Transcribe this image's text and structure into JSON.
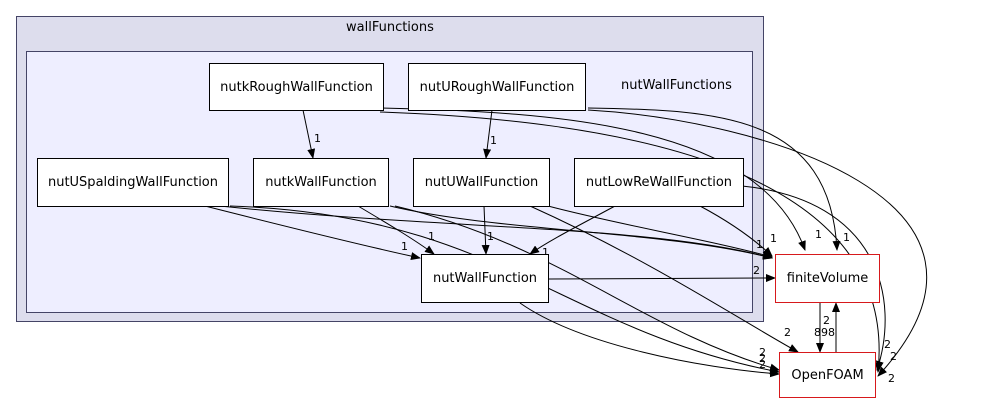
{
  "clusters": {
    "outer_label": "wallFunctions",
    "inner_label": "nutWallFunctions"
  },
  "nodes": {
    "nutkRough": "nutkRoughWallFunction",
    "nutURough": "nutURoughWallFunction",
    "nutUSpalding": "nutUSpaldingWallFunction",
    "nutk": "nutkWallFunction",
    "nutU": "nutUWallFunction",
    "nutLowRe": "nutLowReWallFunction",
    "nutWall": "nutWallFunction",
    "finiteVolume": "finiteVolume",
    "openFOAM": "OpenFOAM"
  },
  "colors": {
    "outer_fill": "#dddded",
    "inner_fill": "#eeeeff",
    "external_border": "#d7191c"
  },
  "edge_labels": {
    "nutkRough_nutk": "1",
    "nutURough_nutU": "1",
    "nutUSpalding_nutWall": "1",
    "nutk_nutWall": "1",
    "nutU_nutWall": "1",
    "nutLowRe_nutWall": "1",
    "nutWall_finiteVolume": "2",
    "fv_left_1": "1",
    "fv_left_2": "1",
    "fv_top_1": "1",
    "fv_top_2": "1",
    "finiteVolume_openFOAM": "898",
    "openFOAM_finiteVolume": "2",
    "of_left_1": "2",
    "of_left_2": "2",
    "of_left_3": "2",
    "of_topleft": "2",
    "of_right_1": "2",
    "of_right_2": "2",
    "of_right_3": "2"
  }
}
